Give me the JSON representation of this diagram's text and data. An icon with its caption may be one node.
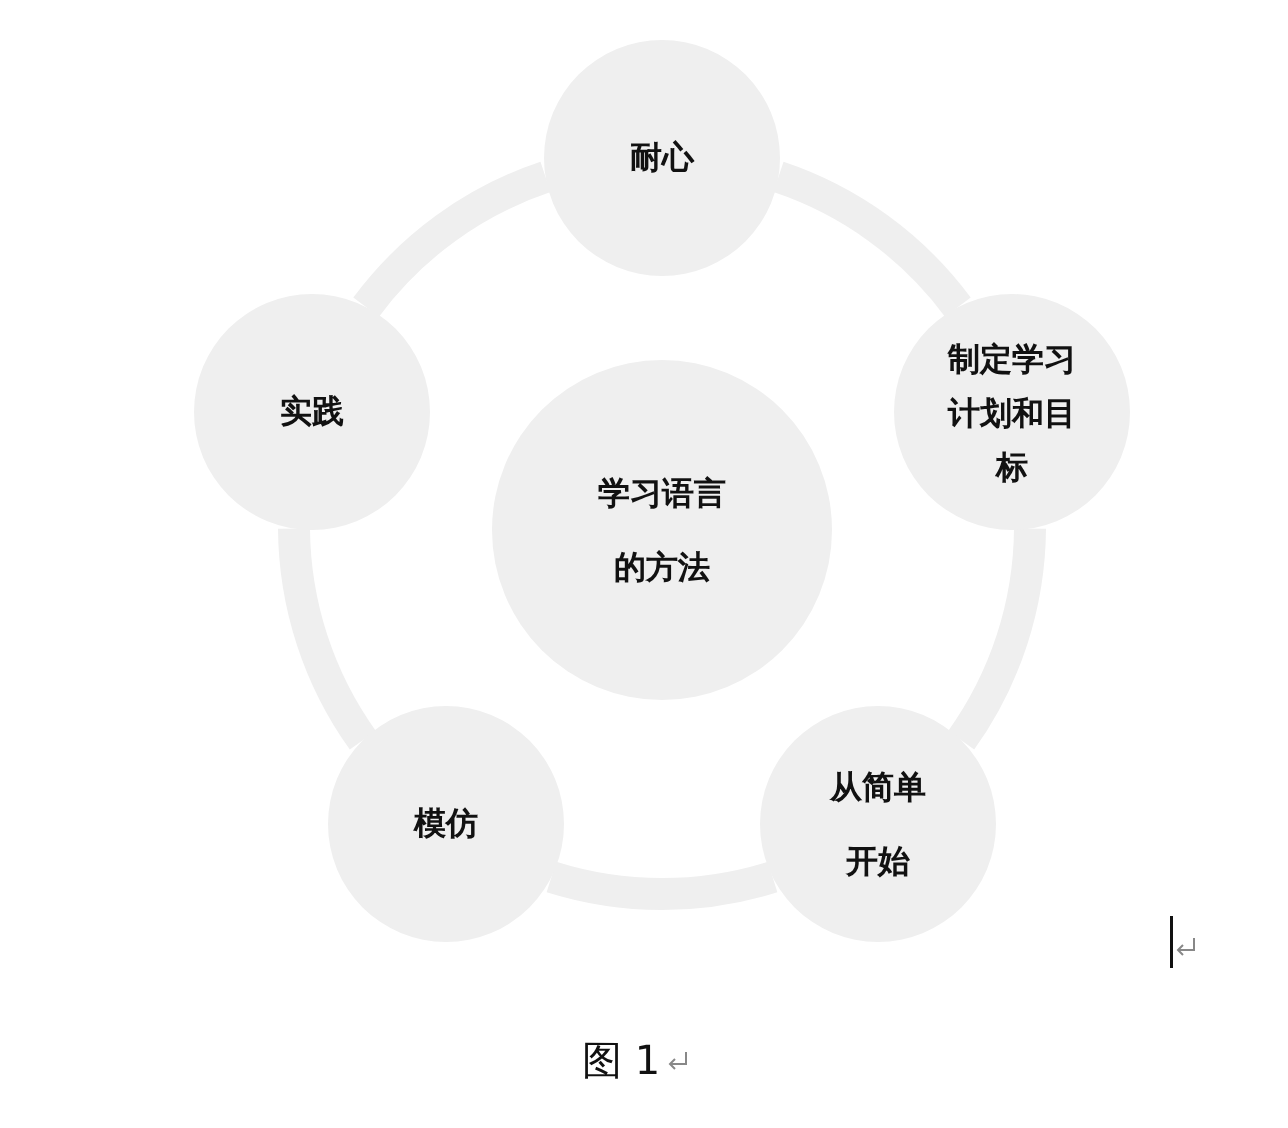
{
  "diagram": {
    "caption": "图 1",
    "nodes": [
      {
        "text": [
          "耐心"
        ]
      },
      {
        "text": [
          "实践"
        ]
      },
      {
        "text": [
          "制定学习计划和目标"
        ]
      },
      {
        "text": [
          "学习语言的方法"
        ]
      },
      {
        "text": [
          "模仿"
        ]
      },
      {
        "text": [
          "从简单开始"
        ]
      }
    ],
    "edges": [
      {
        "from": 0,
        "to": 2,
        "arrow": "none"
      },
      {
        "from": 2,
        "to": 5,
        "arrow": "none"
      },
      {
        "from": 5,
        "to": 4,
        "arrow": "none"
      },
      {
        "from": 4,
        "to": 1,
        "arrow": "none"
      },
      {
        "from": 1,
        "to": 0,
        "arrow": "none"
      }
    ]
  }
}
